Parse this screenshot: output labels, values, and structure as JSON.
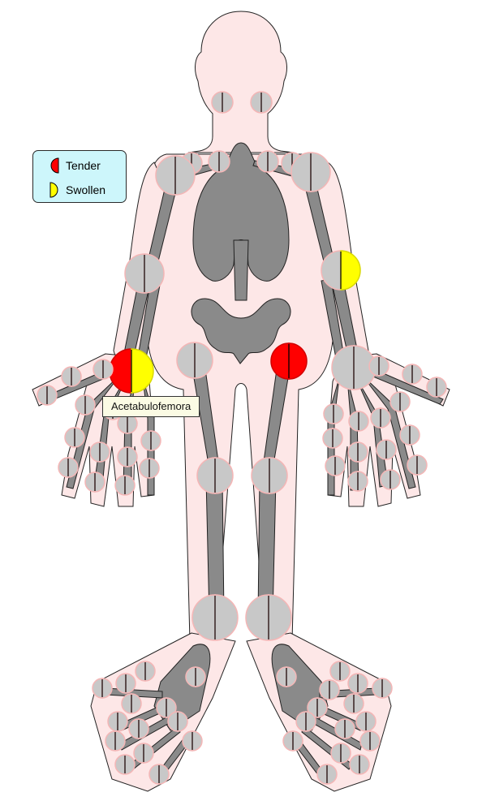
{
  "legend": {
    "tender_label": "Tender",
    "swollen_label": "Swollen"
  },
  "colors": {
    "skin": "#fde7e7",
    "bone": "#8a8a8a",
    "joint": "#c8c8c8",
    "tender": "#ff0000",
    "swollen": "#ffff00",
    "legend_bg": "#cdf6fb",
    "tooltip_bg": "#fbfbe4"
  },
  "tooltip": {
    "text": "Acetabulofemora"
  },
  "joints": [
    {
      "id": "temporomandibular-right",
      "left": "none",
      "right": "none"
    },
    {
      "id": "temporomandibular-left",
      "left": "none",
      "right": "none"
    },
    {
      "id": "sternoclavicular-right",
      "left": "none",
      "right": "none"
    },
    {
      "id": "sternoclavicular-left",
      "left": "none",
      "right": "none"
    },
    {
      "id": "acromioclavicular-right",
      "left": "none",
      "right": "none"
    },
    {
      "id": "acromioclavicular-left",
      "left": "none",
      "right": "none"
    },
    {
      "id": "shoulder-right",
      "left": "none",
      "right": "none"
    },
    {
      "id": "shoulder-left",
      "left": "none",
      "right": "none"
    },
    {
      "id": "elbow-right",
      "left": "none",
      "right": "none"
    },
    {
      "id": "elbow-left",
      "left": "none",
      "right": "swollen"
    },
    {
      "id": "wrist-right",
      "left": "tender",
      "right": "swollen"
    },
    {
      "id": "wrist-left",
      "left": "none",
      "right": "none"
    },
    {
      "id": "hip-right",
      "left": "none",
      "right": "none"
    },
    {
      "id": "hip-left",
      "left": "tender",
      "right": "tender"
    },
    {
      "id": "knee-right",
      "left": "none",
      "right": "none"
    },
    {
      "id": "knee-left",
      "left": "none",
      "right": "none"
    },
    {
      "id": "ankle-right",
      "left": "none",
      "right": "none"
    },
    {
      "id": "ankle-left",
      "left": "none",
      "right": "none"
    },
    {
      "id": "hand-right-joints",
      "left": "none",
      "right": "none"
    },
    {
      "id": "hand-left-joints",
      "left": "none",
      "right": "none"
    },
    {
      "id": "foot-right-joints",
      "left": "none",
      "right": "none"
    },
    {
      "id": "foot-left-joints",
      "left": "none",
      "right": "none"
    }
  ]
}
